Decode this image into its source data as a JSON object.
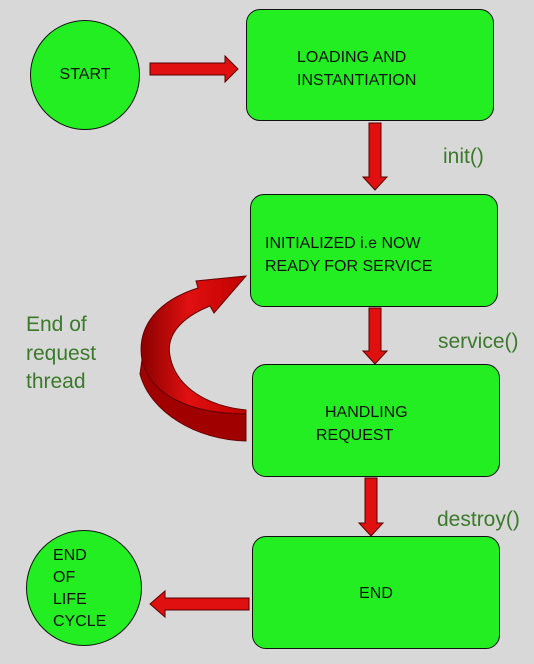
{
  "nodes": {
    "start": "START",
    "loading": [
      "LOADING AND",
      "INSTANTIATION"
    ],
    "initialized": [
      "INITIALIZED i.e NOW",
      "READY FOR SERVICE"
    ],
    "handling": [
      "HANDLING",
      "REQUEST"
    ],
    "end": "END",
    "end_of_life": [
      "END",
      "OF",
      "LIFE",
      "CYCLE"
    ]
  },
  "edge_labels": {
    "init": "init()",
    "service": "service()",
    "destroy": "destroy()",
    "loop": [
      "End of",
      "request",
      "thread"
    ]
  },
  "colors": {
    "node_fill": "#22ee22",
    "arrow": "#e01010",
    "label_text": "#3a7a2a",
    "background": "#d8d8d8"
  }
}
